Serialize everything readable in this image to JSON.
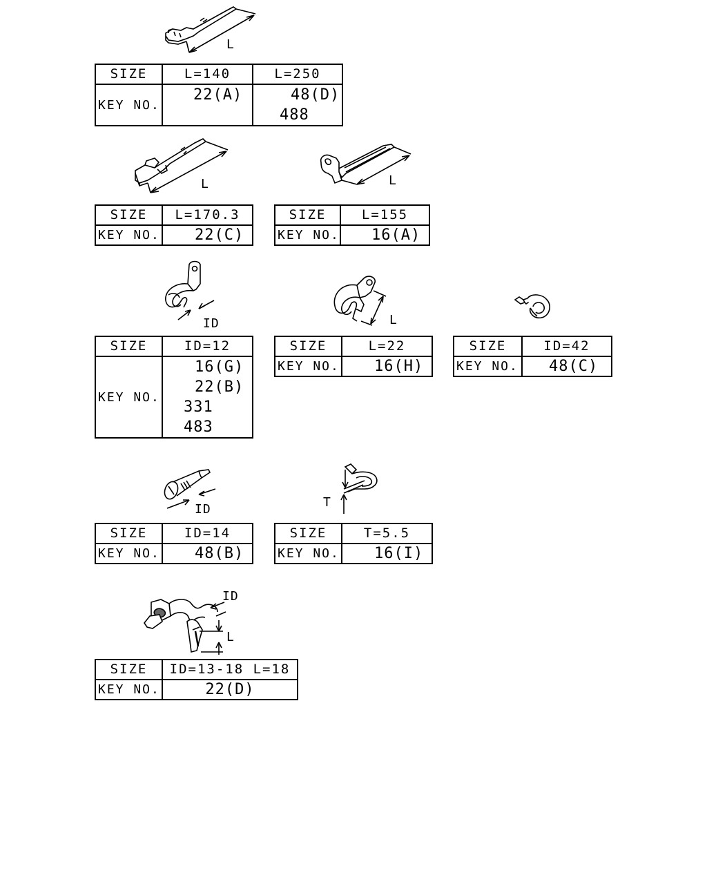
{
  "parts": [
    {
      "dimension_labels": [
        "L"
      ],
      "headers": [
        "SIZE",
        "L=140",
        "L=250"
      ],
      "key_label": "KEY NO.",
      "key_values": [
        [
          "22(A)"
        ],
        [
          "48(D)",
          "488"
        ]
      ]
    },
    {
      "dimension_labels": [
        "L"
      ],
      "headers": [
        "SIZE",
        "L=170.3"
      ],
      "key_label": "KEY NO.",
      "key_values": [
        [
          "22(C)"
        ]
      ]
    },
    {
      "dimension_labels": [
        "L"
      ],
      "headers": [
        "SIZE",
        "L=155"
      ],
      "key_label": "KEY NO.",
      "key_values": [
        [
          "16(A)"
        ]
      ]
    },
    {
      "dimension_labels": [
        "ID"
      ],
      "headers": [
        "SIZE",
        "ID=12"
      ],
      "key_label": "KEY NO.",
      "key_values": [
        [
          "16(G)",
          "22(B)",
          "331",
          "483"
        ]
      ]
    },
    {
      "dimension_labels": [
        "L"
      ],
      "headers": [
        "SIZE",
        "L=22"
      ],
      "key_label": "KEY NO.",
      "key_values": [
        [
          "16(H)"
        ]
      ]
    },
    {
      "dimension_labels": [],
      "headers": [
        "SIZE",
        "ID=42"
      ],
      "key_label": "KEY NO.",
      "key_values": [
        [
          "48(C)"
        ]
      ]
    },
    {
      "dimension_labels": [
        "ID"
      ],
      "headers": [
        "SIZE",
        "ID=14"
      ],
      "key_label": "KEY NO.",
      "key_values": [
        [
          "48(B)"
        ]
      ]
    },
    {
      "dimension_labels": [
        "T"
      ],
      "headers": [
        "SIZE",
        "T=5.5"
      ],
      "key_label": "KEY NO.",
      "key_values": [
        [
          "16(I)"
        ]
      ]
    },
    {
      "dimension_labels": [
        "ID",
        "L"
      ],
      "headers": [
        "SIZE",
        "ID=13-18 L=18"
      ],
      "key_label": "KEY NO.",
      "key_values": [
        [
          "22(D)"
        ]
      ]
    }
  ]
}
